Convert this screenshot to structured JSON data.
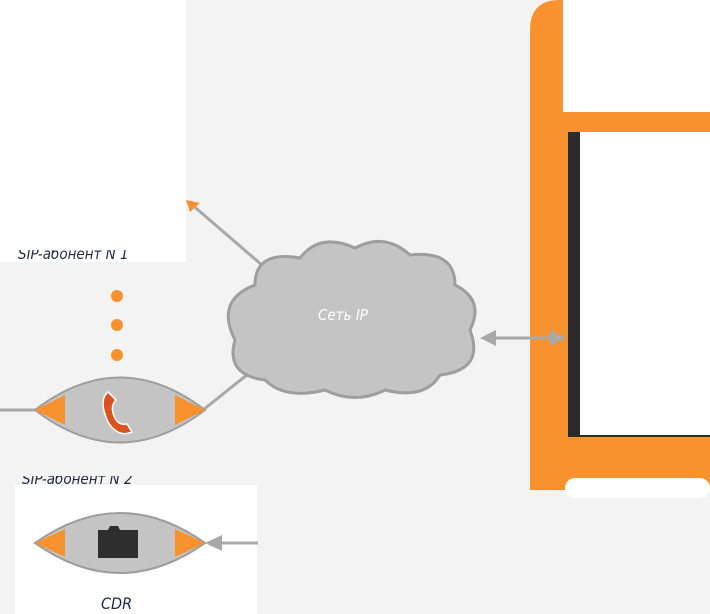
{
  "network": {
    "label": "Сеть IP"
  },
  "subscriber1": {
    "label": "SIP-абонент N 1"
  },
  "subscriber2": {
    "label": "SIP-абонент N 2"
  },
  "cdr": {
    "label": "CDR"
  },
  "colors": {
    "orange": "#f7922e",
    "gray": "#c4c4c4",
    "line": "#a8a8a8",
    "dark": "#2b2b2b"
  }
}
